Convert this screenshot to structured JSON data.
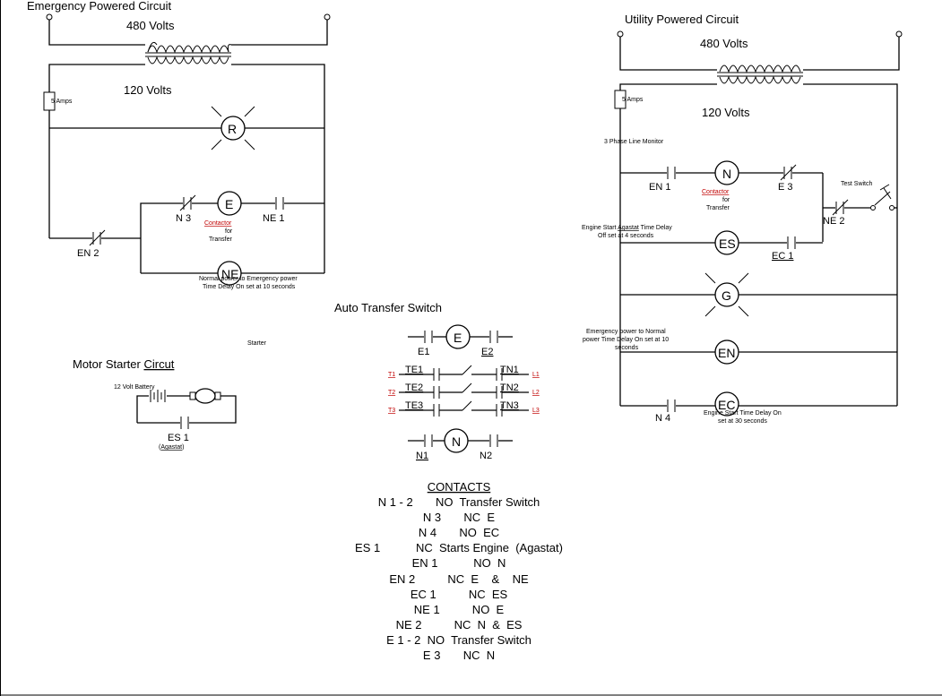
{
  "emergency": {
    "title": "Emergency Powered Circuit",
    "primary_voltage": "480 Volts",
    "secondary_voltage": "120 Volts",
    "fuse": "5 Amps",
    "lamp_r": "R",
    "contacts": {
      "n3": "N 3",
      "ne1": "NE 1",
      "en2": "EN 2"
    },
    "coil_e": "E",
    "coil_ne": "NE",
    "contactor_label": "Contactor",
    "contactor_for": "for",
    "contactor_transfer": "Transfer",
    "ne_note_1": "Normal power to Emergency power",
    "ne_note_2": "Time Delay On set at 10 seconds"
  },
  "utility": {
    "title": "Utility Powered Circuit",
    "primary_voltage": "480 Volts",
    "secondary_voltage": "120 Volts",
    "fuse": "5 Amps",
    "monitor": "3 Phase Line Monitor",
    "contacts": {
      "en1": "EN 1",
      "e3": "E 3",
      "ne2": "NE 2",
      "ec1": "EC 1",
      "n4": "N 4"
    },
    "test_switch": "Test Switch",
    "coil_n": "N",
    "contactor_label": "Contactor",
    "contactor_for": "for",
    "contactor_transfer": "Transfer",
    "es_note_1": "Engine Start Agastat Time Delay",
    "es_note_2": "Off set at 4 seconds",
    "coil_es": "ES",
    "lamp_g": "G",
    "en_note_1": "Emergency power to Normal",
    "en_note_2": "power Time Delay On set at 10",
    "en_note_3": "seconds",
    "coil_en": "EN",
    "coil_ec": "EC",
    "ec_note_1": "Engine Start Time Delay On",
    "ec_note_2": "set at 30 seconds"
  },
  "motor": {
    "title": "Motor Starter Circut",
    "battery": "12 Volt Battery",
    "starter": "Starter",
    "contact": "ES 1",
    "contact_note": "(Agastat)"
  },
  "ats": {
    "title": "Auto Transfer Switch",
    "coil_e": "E",
    "e1": "E1",
    "e2": "E2",
    "te1": "TE1",
    "te2": "TE2",
    "te3": "TE3",
    "tn1": "TN1",
    "tn2": "TN2",
    "tn3": "TN3",
    "t1": "T1",
    "t2": "T2",
    "t3": "T3",
    "l1": "L1",
    "l2": "L2",
    "l3": "L3",
    "coil_n": "N",
    "n1": "N1",
    "n2": "N2"
  },
  "contacts_table": {
    "heading": "CONTACTS",
    "rows": [
      "N 1 - 2       NO  Transfer Switch",
      "N 3       NC  E",
      "N 4       NO  EC",
      "ES 1           NC  Starts Engine  (Agastat)",
      "EN 1           NO  N",
      "EN 2          NC  E    &    NE",
      "EC 1          NC  ES",
      "NE 1          NO  E",
      "NE 2          NC  N  &  ES",
      "E 1 - 2  NO  Transfer Switch",
      "E 3       NC  N"
    ]
  }
}
